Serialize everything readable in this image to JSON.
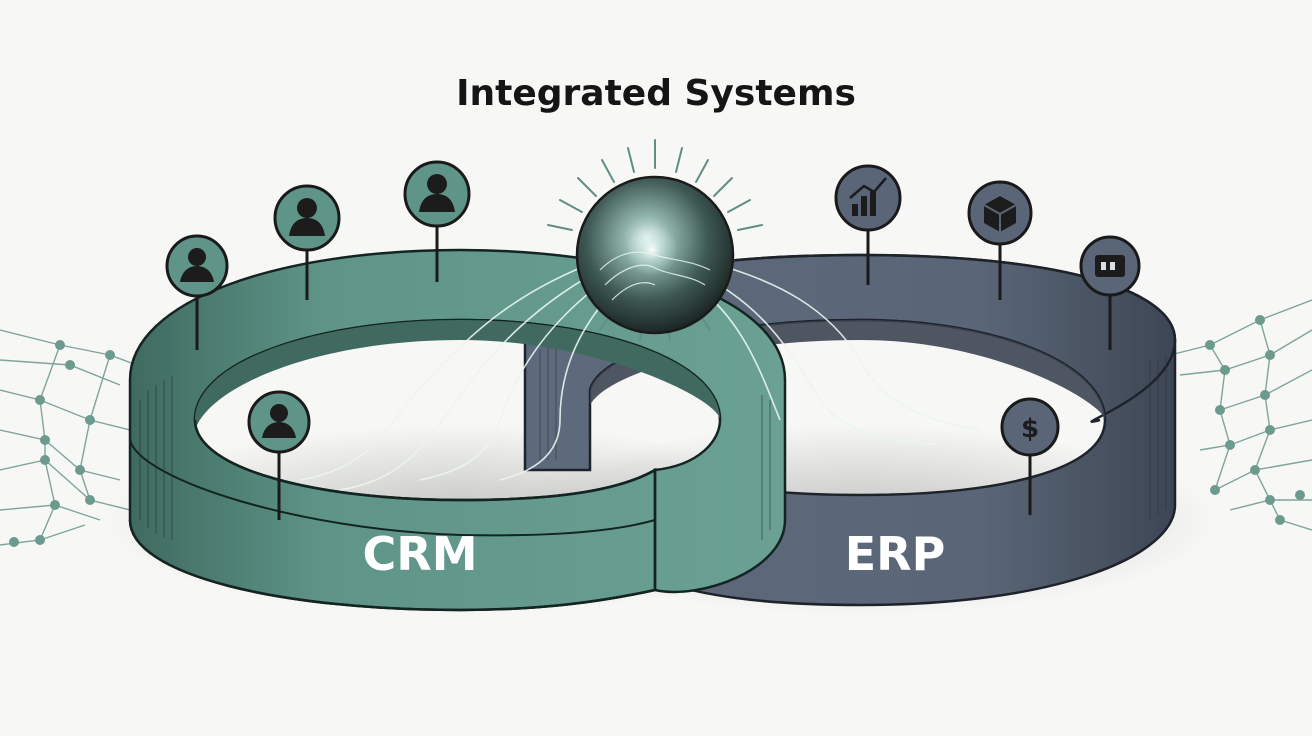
{
  "title": "Integrated Systems",
  "systems": [
    {
      "label": "CRM",
      "color": "#5f9588"
    },
    {
      "label": "ERP",
      "color": "#5a6677"
    }
  ],
  "colors": {
    "background": "#f7f7f5",
    "crm_band": "#5f9588",
    "crm_band_dark": "#40695f",
    "erp_band": "#5a6677",
    "erp_band_dark": "#3b4452",
    "ink": "#151515",
    "network_nodes": "#6c9a8e"
  },
  "pins": {
    "crm": [
      "user-icon",
      "user-icon",
      "user-icon",
      "user-icon"
    ],
    "erp": [
      "bar-chart-icon",
      "package-icon",
      "document-icon",
      "dollar-icon"
    ]
  },
  "dollar_symbol": "$",
  "hub": "sphere-integration-hub"
}
